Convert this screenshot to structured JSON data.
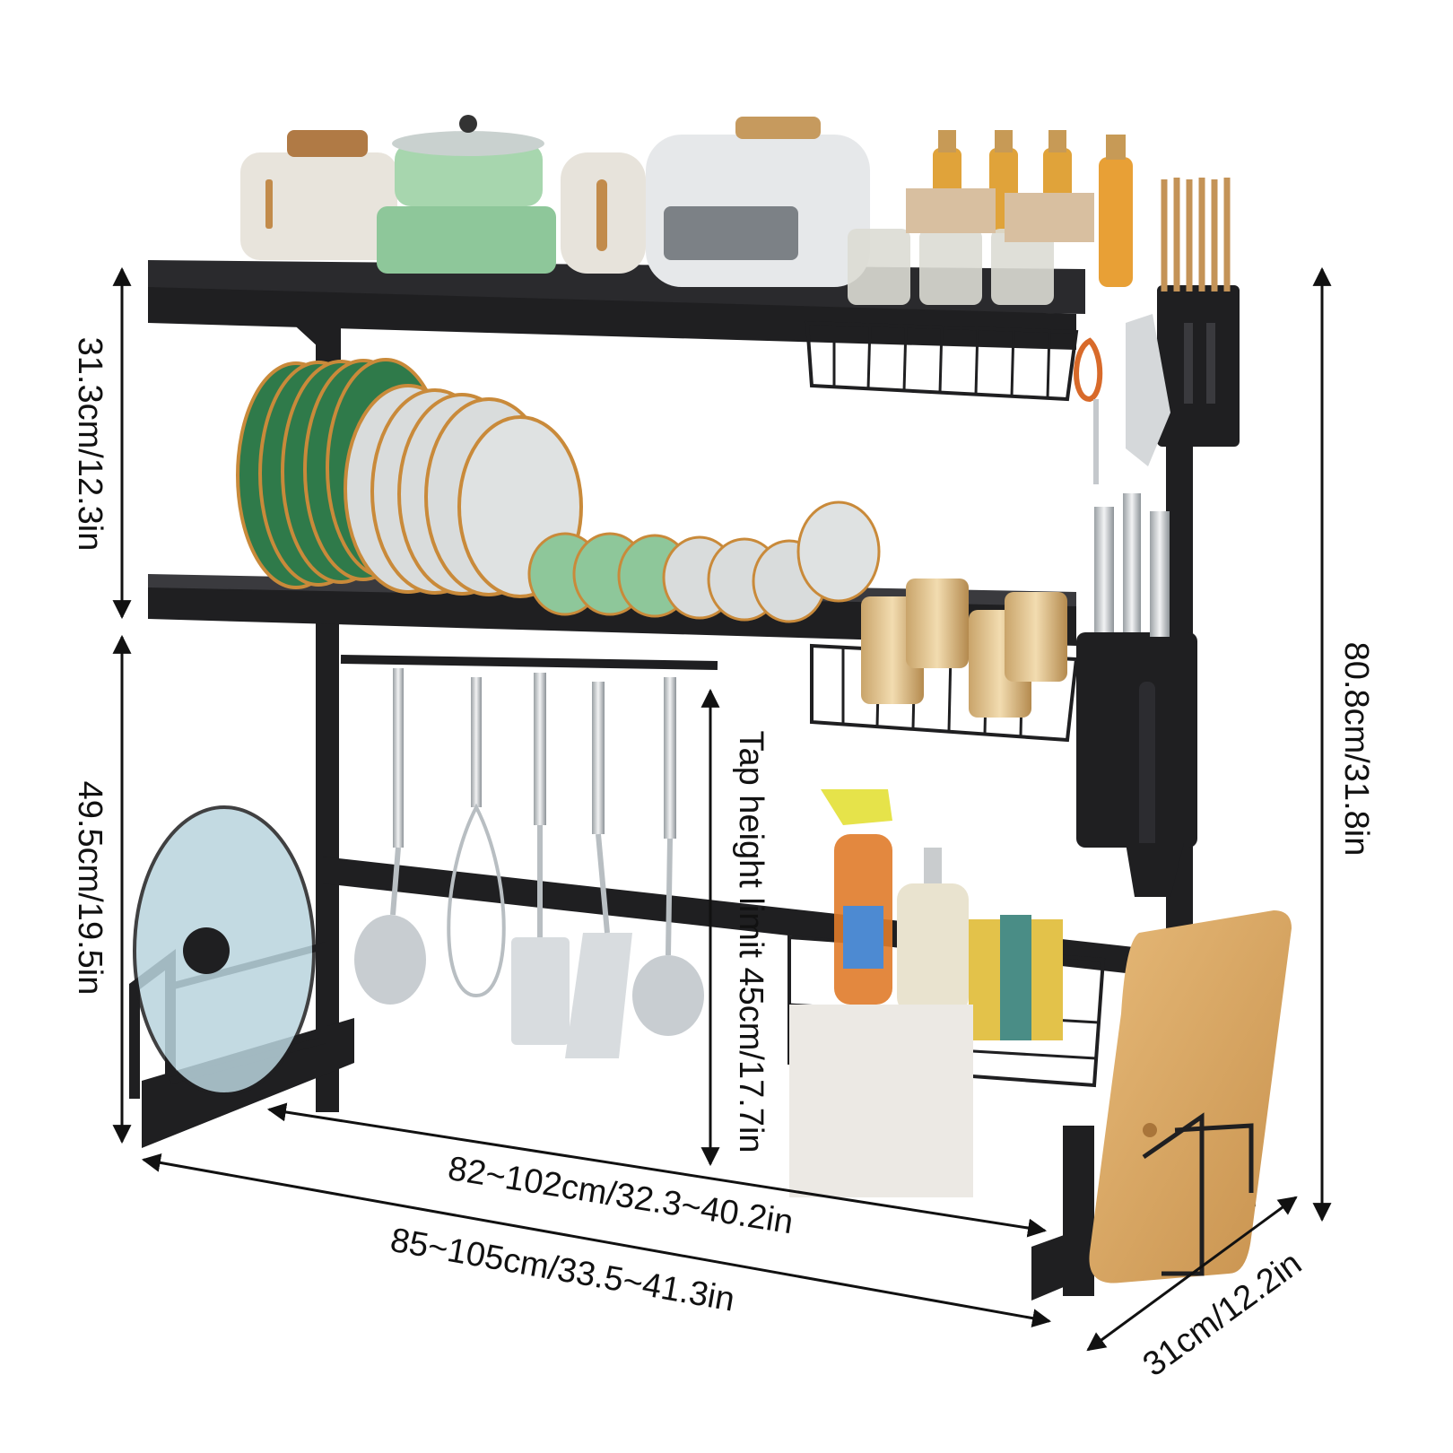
{
  "dimensions": {
    "top_shelf_gap": "31.3cm/12.3in",
    "lower_height": "49.5cm/19.5in",
    "tap_height_limit": "Tap height limit 45cm/17.7in",
    "total_height": "80.8cm/31.8in",
    "inner_width": "82~102cm/32.3~40.2in",
    "outer_width": "85~105cm/33.5~41.3in",
    "depth": "31cm/12.2in"
  },
  "colors": {
    "frame": "#1f1f21",
    "frame_highlight": "#3a3a3e",
    "plate_green": "#2f7a4a",
    "plate_white": "#d9dcdc",
    "gold_rim": "#c98a3a",
    "bowl_green": "#8ec79a",
    "wood": "#d8a765",
    "arrow": "#111111"
  }
}
